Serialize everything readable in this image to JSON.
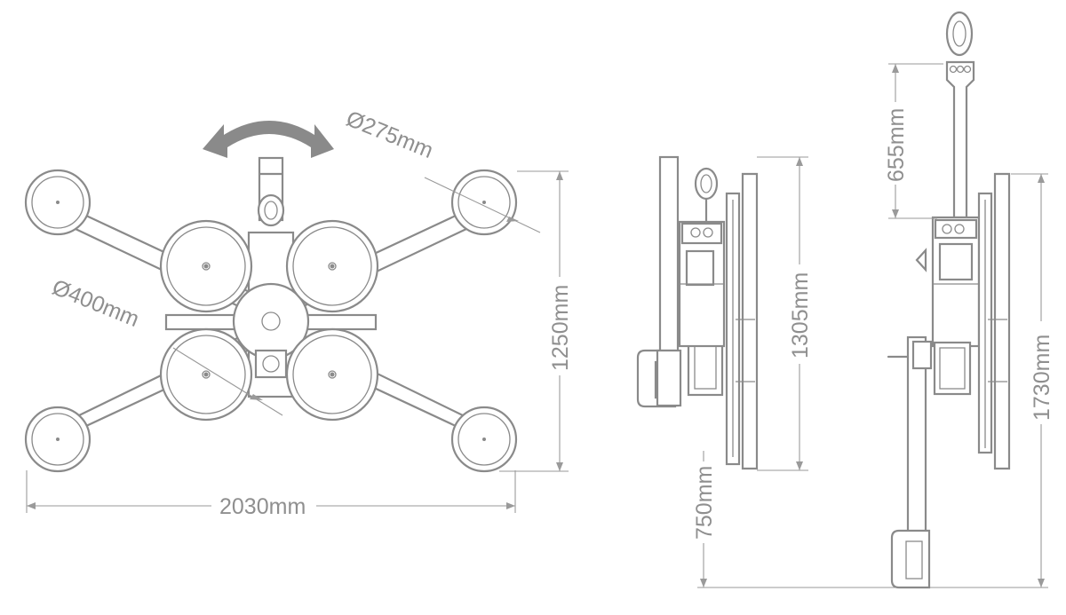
{
  "dimensions": {
    "pad_large_diameter": "Ø400mm",
    "pad_small_diameter": "Ø275mm",
    "overall_width": "2030mm",
    "top_view_height": "1250mm",
    "side_height": "1305mm",
    "lifting_eye_extension": "655mm",
    "overall_height": "1730mm",
    "handle_extension": "750mm"
  },
  "colors": {
    "line": "#8a8a8a",
    "dimension": "#9a9a9a"
  }
}
